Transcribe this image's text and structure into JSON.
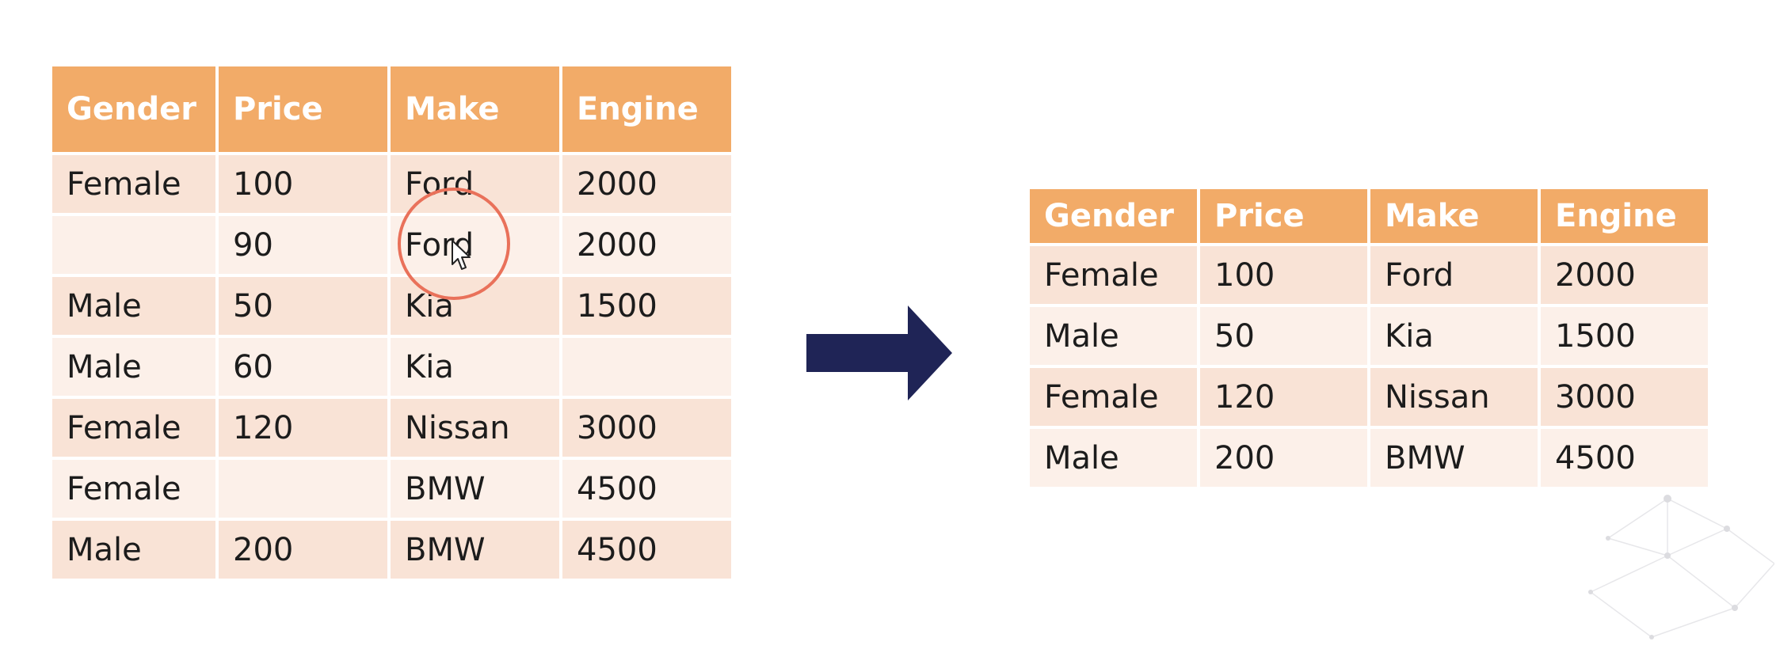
{
  "left_table": {
    "headers": [
      "Gender",
      "Price",
      "Make",
      "Engine"
    ],
    "rows": [
      [
        "Female",
        "100",
        "Ford",
        "2000"
      ],
      [
        "",
        "90",
        "Ford",
        "2000"
      ],
      [
        "Male",
        "50",
        "Kia",
        "1500"
      ],
      [
        "Male",
        "60",
        "Kia",
        ""
      ],
      [
        "Female",
        "120",
        "Nissan",
        "3000"
      ],
      [
        "Female",
        "",
        "BMW",
        "4500"
      ],
      [
        "Male",
        "200",
        "BMW",
        "4500"
      ]
    ]
  },
  "right_table": {
    "headers": [
      "Gender",
      "Price",
      "Make",
      "Engine"
    ],
    "rows": [
      [
        "Female",
        "100",
        "Ford",
        "2000"
      ],
      [
        "Male",
        "50",
        "Kia",
        "1500"
      ],
      [
        "Female",
        "120",
        "Nissan",
        "3000"
      ],
      [
        "Male",
        "200",
        "BMW",
        "4500"
      ]
    ]
  },
  "icons": {
    "arrow": "right-arrow-icon",
    "highlight": "click-highlight-ring",
    "cursor": "mouse-pointer-icon"
  },
  "colors": {
    "header_bg": "#f2ab68",
    "header_text": "#ffffff",
    "row_odd": "#f9e3d6",
    "row_even": "#fcf0e9",
    "arrow": "#1f2456",
    "highlight_ring": "#e9715a"
  }
}
